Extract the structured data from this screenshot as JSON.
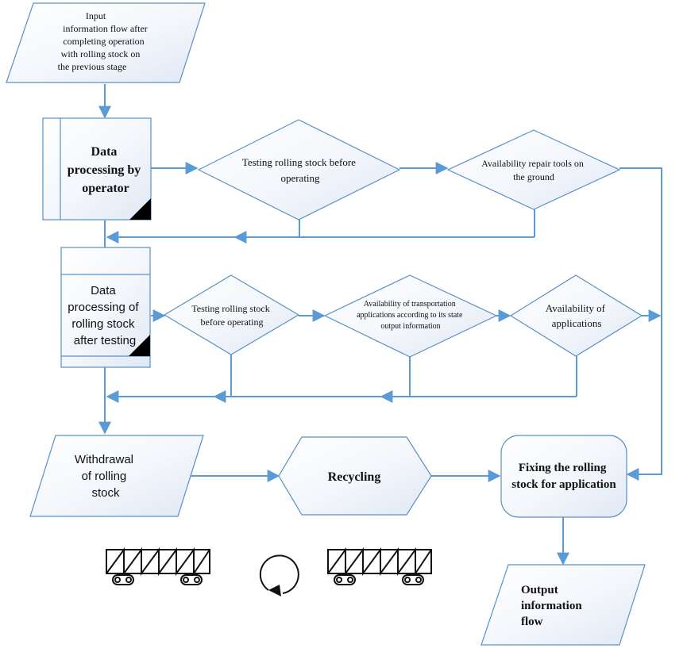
{
  "input_flow": [
    "Input",
    "information flow after",
    "completing operation",
    "with rolling stock on",
    "the previous stage"
  ],
  "data_processing_operator": [
    "Data",
    "processing by",
    "operator"
  ],
  "testing_before_operating_top": [
    "Testing rolling stock before",
    "operating"
  ],
  "availability_repair_tools": [
    "Availability repair tools on",
    "the ground"
  ],
  "data_processing_after_testing": [
    "Data",
    "processing of",
    "rolling stock",
    "after testing"
  ],
  "testing_before_operating_mid": [
    "Testing rolling stock",
    "before operating"
  ],
  "availability_transport_apps": [
    "Availability of transportation",
    "applications according to its state",
    "output information"
  ],
  "availability_applications": [
    "Availability of",
    "applications"
  ],
  "withdrawal": [
    "Withdrawal",
    "of rolling",
    "stock"
  ],
  "recycling": "Recycling",
  "fixing": [
    "Fixing the rolling",
    "stock for application"
  ],
  "output_flow": [
    "Output",
    "information",
    "flow"
  ],
  "colors": {
    "line": "#5b9bd5",
    "shape_stroke": "#5b8fc7",
    "fill_light": "#ffffff",
    "fill_tint": "#dfe8f5"
  },
  "icons": [
    "train-car-icon",
    "rotate-arrow-icon",
    "train-car-icon"
  ]
}
